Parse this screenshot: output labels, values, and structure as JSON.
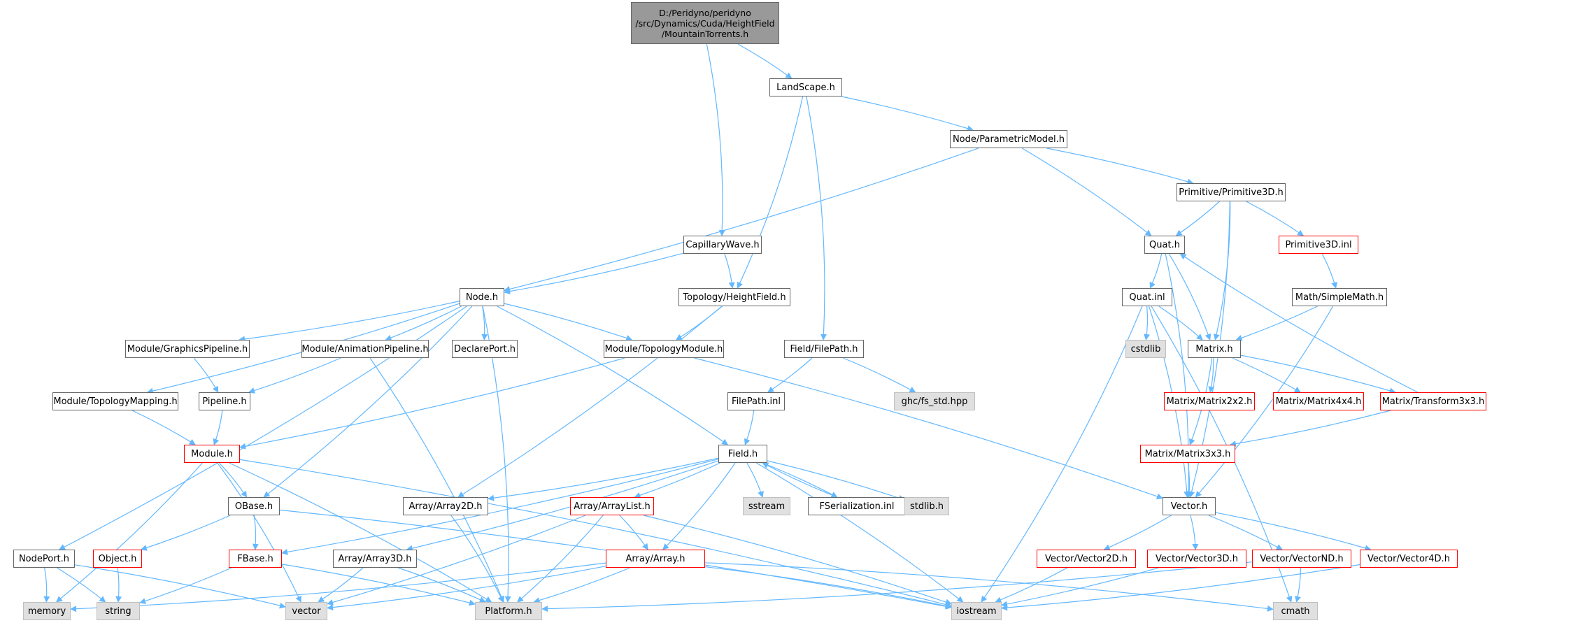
{
  "colors": {
    "edge": "#63b8ff",
    "normal_border": "#666666",
    "missing_border": "#ff0000",
    "system_fill": "#e0e0e0",
    "root_fill": "#999999"
  },
  "nodes": {
    "root": "D:/Peridyno/peridyno\n/src/Dynamics/Cuda/HeightField\n/MountainTorrents.h",
    "landscape": "LandScape.h",
    "parametric": "Node/ParametricModel.h",
    "primitive3d": "Primitive/Primitive3D.h",
    "capillary": "CapillaryWave.h",
    "quat": "Quat.h",
    "prim_inl": "Primitive3D.inl",
    "node": "Node.h",
    "heightfield": "Topology/HeightField.h",
    "quat_inl": "Quat.inl",
    "simplemath": "Math/SimpleMath.h",
    "graphics": "Module/GraphicsPipeline.h",
    "animation": "Module/AnimationPipeline.h",
    "declareport": "DeclarePort.h",
    "topomodule": "Module/TopologyModule.h",
    "filepath_h": "Field/FilePath.h",
    "cstdlib": "cstdlib",
    "matrix": "Matrix.h",
    "topomapping": "Module/TopologyMapping.h",
    "pipeline": "Pipeline.h",
    "filepath_inl": "FilePath.inl",
    "ghc": "ghc/fs_std.hpp",
    "m2x2": "Matrix/Matrix2x2.h",
    "m4x4": "Matrix/Matrix4x4.h",
    "t3x3": "Matrix/Transform3x3.h",
    "module": "Module.h",
    "field": "Field.h",
    "m3x3": "Matrix/Matrix3x3.h",
    "obase": "OBase.h",
    "array2d": "Array/Array2D.h",
    "arraylist": "Array/ArrayList.h",
    "sstream": "sstream",
    "fserial": "FSerialization.inl",
    "stdlib": "stdlib.h",
    "vector_h": "Vector.h",
    "nodeport": "NodePort.h",
    "object": "Object.h",
    "fbase": "FBase.h",
    "array3d": "Array/Array3D.h",
    "array": "Array/Array.h",
    "v2d": "Vector/Vector2D.h",
    "v3d": "Vector/Vector3D.h",
    "vnd": "Vector/VectorND.h",
    "v4d": "Vector/Vector4D.h",
    "memory": "memory",
    "string": "string",
    "vector": "vector",
    "platform": "Platform.h",
    "iostream": "iostream",
    "cmath": "cmath"
  }
}
